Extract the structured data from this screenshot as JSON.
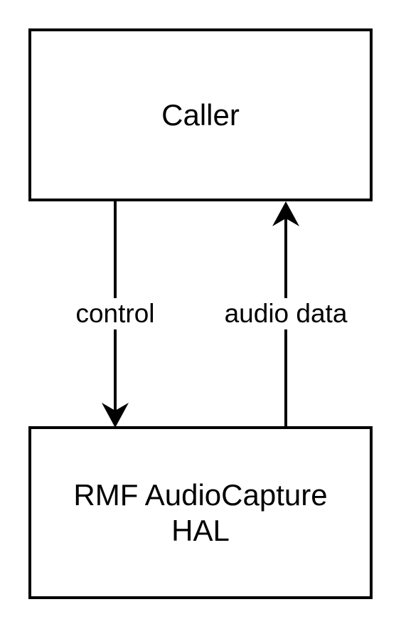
{
  "diagram": {
    "nodes": [
      {
        "id": "caller",
        "label": "Caller"
      },
      {
        "id": "hal",
        "label": "RMF AudioCapture\nHAL"
      }
    ],
    "edges": [
      {
        "from": "caller",
        "to": "hal",
        "label": "control"
      },
      {
        "from": "hal",
        "to": "caller",
        "label": "audio data"
      }
    ]
  }
}
